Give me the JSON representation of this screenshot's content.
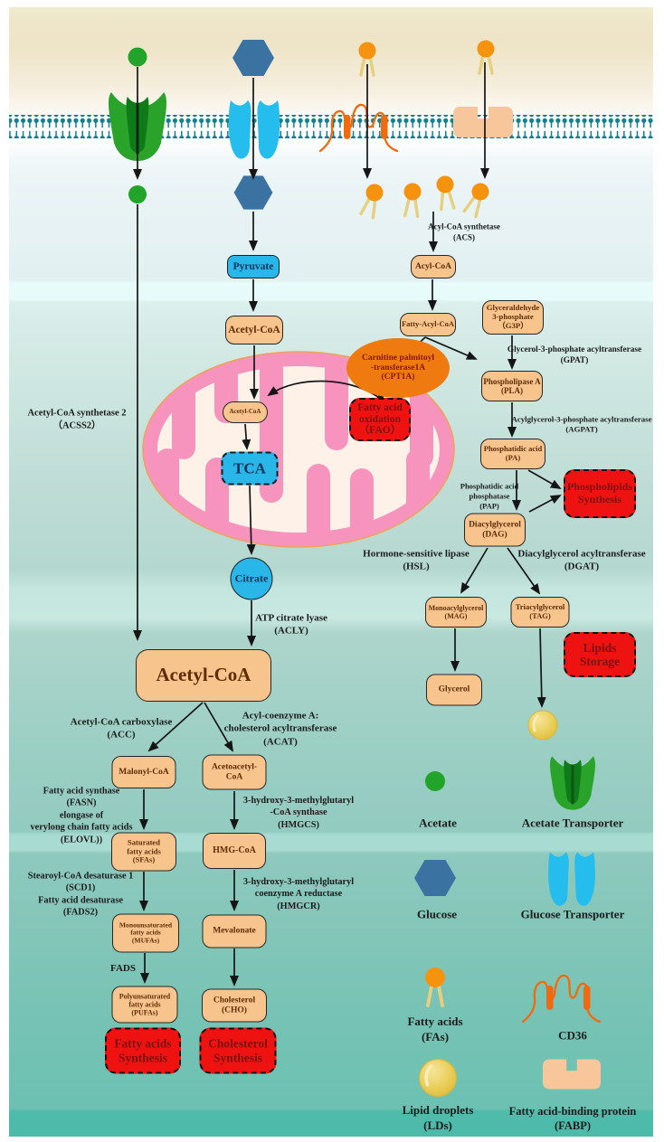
{
  "colors": {
    "box_peach": "#f8c48e",
    "box_cyan": "#29b6e8",
    "box_red": "#ee1310",
    "cpt1a_orange": "#ee7a10",
    "acetate_green": "#22a32a",
    "glucose_blue": "#3a72a2",
    "glucose_transporter_cyan": "#25bdee",
    "membrane_teal": "#107f8e",
    "mito_pink": "#f794be",
    "mito_inner": "#fdf1e8",
    "cd36_orange": "#f26a10",
    "fabp_peach": "#f8c69b",
    "lipid_droplet_yellow": "#eacf5c"
  },
  "nodes": {
    "pyruvate": {
      "label": "Pyruvate"
    },
    "acyl_coa": {
      "label": "Acyl-CoA"
    },
    "acetyl_coa": {
      "label": "Acetyl-CoA"
    },
    "fatty_acyl_coa": {
      "label": "Fatty-Acyl-CoA"
    },
    "g3p": {
      "label": "Glyceraldehyde\n3-phosphate\n（G3P）"
    },
    "pla": {
      "label": "Phospholipase A\n(PLA)"
    },
    "pa": {
      "label": "Phosphatidic acid\n(PA)"
    },
    "dag": {
      "label": "Diacylglycerol\n(DAG)"
    },
    "mag": {
      "label": "Monoacylglycerol\n(MAG)"
    },
    "tag": {
      "label": "Triacylglycerol\n(TAG)"
    },
    "glycerol": {
      "label": "Glycerol"
    },
    "acetyl_coa_big": {
      "label": "Acetyl-CoA"
    },
    "malonyl_coa": {
      "label": "Malonyl-CoA"
    },
    "acetoacetyl_coa": {
      "label": "Acetoacetyl-\nCoA"
    },
    "sfas": {
      "label": "Saturated\nfatty acids\n(SFAs)"
    },
    "hmg_coa": {
      "label": "HMG-CoA"
    },
    "mufas": {
      "label": "Monounsaturated\nfatty acids\n(MUFAs)"
    },
    "mevalonate": {
      "label": "Mevalonate"
    },
    "pufas": {
      "label": "Polyunsaturated\nfatty acids\n(PUFAs)"
    },
    "cho": {
      "label": "Cholesterol\n(CHO)"
    },
    "acetyl_coa_mito": {
      "label": "Acetyl-CoA"
    },
    "tca": {
      "label": "TCA"
    },
    "citrate": {
      "label": "Citrate"
    },
    "cpt1a": {
      "label": "Carnitine palmitoyl\n-transferase1A\n(CPT1A)"
    },
    "fao": {
      "label": "Fatty acid\noxidation\n（FAO）"
    },
    "phospholipids_synthesis": {
      "label": "Phospholipids\nSynthesis"
    },
    "lipids_storage": {
      "label": "Lipids\nStorage"
    },
    "fatty_acids_synthesis": {
      "label": "Fatty acids\nSynthesis"
    },
    "cholesterol_synthesis": {
      "label": "Cholesterol\nSynthesis"
    }
  },
  "enzymes": {
    "acs": {
      "text": "Acyl-CoA synthetase\n(ACS)"
    },
    "acss2": {
      "text": "Acetyl-CoA synthetase 2\n（ACSS2）"
    },
    "gpat": {
      "text": "Glycerol-3-phosphate acyltransferase\n(GPAT)"
    },
    "agpat": {
      "text": "Acylglycerol-3-phosphate acyltransferase\n(AGPAT)"
    },
    "pap": {
      "text": "Phosphatidic acid\nphosphatase\n(PAP)"
    },
    "hsl": {
      "text": "Hormone-sensitive lipase\n(HSL)"
    },
    "dgat": {
      "text": "Diacylglycerol acyltransferase\n(DGAT)"
    },
    "acly": {
      "text": "ATP citrate lyase\n(ACLY)"
    },
    "acc": {
      "text": "Acetyl-CoA carboxylase\n(ACC)"
    },
    "acat": {
      "text": "Acyl-coenzyme A:\ncholesterol acyltransferase\n(ACAT)"
    },
    "fasn_elovl": {
      "text": "Fatty acid synthase\n(FASN)\nelongase of\nverylong chain fatty acids\n(ELOVL))"
    },
    "hmgcs": {
      "text": "3-hydroxy-3-methylglutaryl\n-CoA synthase\n(HMGCS)"
    },
    "scd1_fads2": {
      "text": "Stearoyl-CoA desaturase 1\n(SCD1)\nFatty acid desaturase\n(FADS2)"
    },
    "hmgcr": {
      "text": "3-hydroxy-3-methylglutaryl\ncoenzyme A reductase\n(HMGCR)"
    },
    "fads": {
      "text": "FADS"
    }
  },
  "legend": {
    "acetate": "Acetate",
    "acetate_transporter": "Acetate Transporter",
    "glucose": "Glucose",
    "glucose_transporter": "Glucose Transporter",
    "fatty_acids": "Fatty acids\n(FAs)",
    "cd36": "CD36",
    "lipid_droplets": "Lipid droplets\n(LDs)",
    "fabp": "Fatty acid-binding protein\n(FABP)"
  }
}
